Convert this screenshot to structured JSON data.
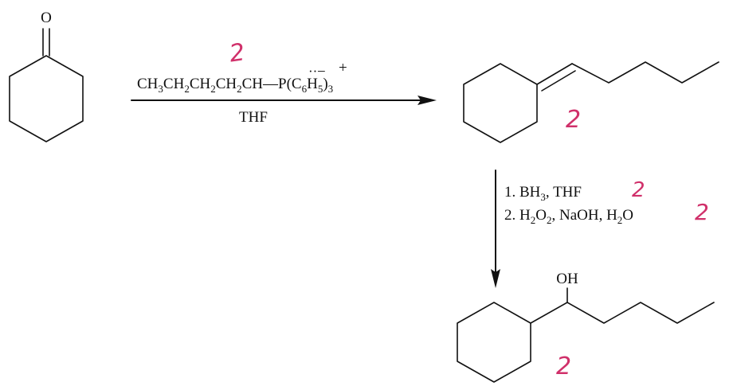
{
  "atoms": {
    "ketone_oxygen": "O",
    "hydroxyl": "OH"
  },
  "wittig": {
    "ylide_prefix": "CH",
    "reagent_segments": [
      {
        "t": "CH"
      },
      {
        "t": "3",
        "sub": true
      },
      {
        "t": "CH"
      },
      {
        "t": "2",
        "sub": true
      },
      {
        "t": "CH"
      },
      {
        "t": "2",
        "sub": true
      },
      {
        "t": "CH"
      },
      {
        "t": "2",
        "sub": true
      },
      {
        "t": "CH—P(C"
      },
      {
        "t": "6",
        "sub": true
      },
      {
        "t": "H"
      },
      {
        "t": "5",
        "sub": true
      },
      {
        "t": ")"
      },
      {
        "t": "3",
        "sub": true
      }
    ],
    "charge_minus": "−",
    "charge_plus": "+",
    "lone_pair": "··",
    "solvent": "THF"
  },
  "hydroboration": {
    "steps": [
      [
        {
          "t": "1. BH"
        },
        {
          "t": "3",
          "sub": true
        },
        {
          "t": ", THF"
        }
      ],
      [
        {
          "t": "2. H"
        },
        {
          "t": "2",
          "sub": true
        },
        {
          "t": "O"
        },
        {
          "t": "2",
          "sub": true
        },
        {
          "t": ", NaOH, H"
        },
        {
          "t": "2",
          "sub": true
        },
        {
          "t": "O"
        }
      ]
    ]
  },
  "grades": {
    "reagent": "2",
    "alkene": "2",
    "step1": "2",
    "step2": "2",
    "alcohol": "2"
  },
  "colors": {
    "ink": "#111111",
    "grade_ink": "#d0306a"
  }
}
